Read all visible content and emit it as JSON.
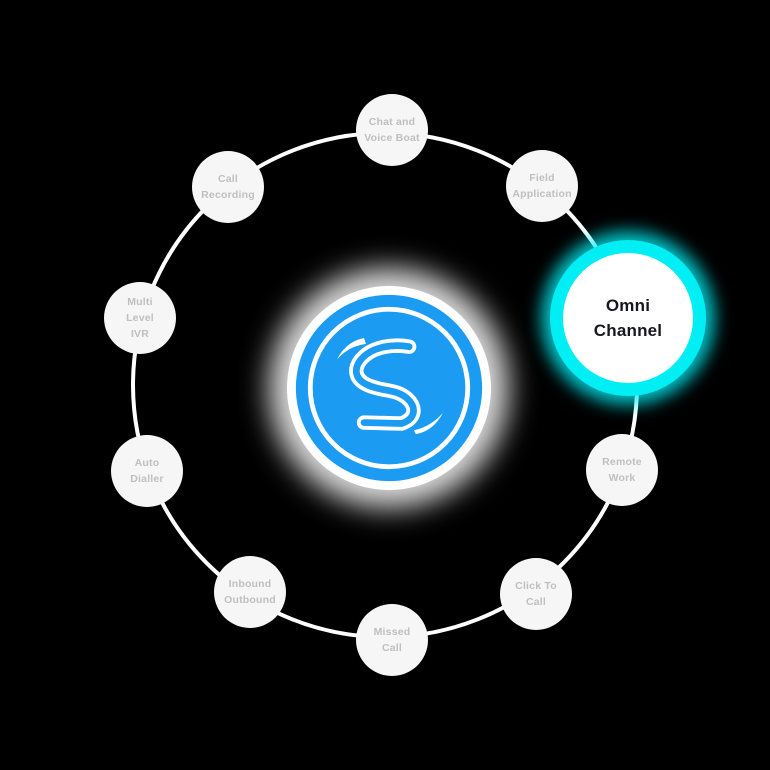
{
  "diagram": {
    "name": "omnichannel-feature-wheel",
    "colors": {
      "page_bg": "#000000",
      "ring": "#ffffff",
      "node_bg": "#f6f6f6",
      "node_text": "#bfbfbf",
      "highlight_bg": "#ffffff",
      "highlight_text": "#17171f",
      "highlight_glow": "#00eef4",
      "brand_blue": "#1b9bf1"
    },
    "center_logo": {
      "icon": "brand-s-icon",
      "description": "blue circle with white stylized S monogram"
    },
    "nodes": [
      {
        "id": "chat-and-voice-boat",
        "label": "Chat and\nVoice Boat",
        "highlighted": false
      },
      {
        "id": "field-application",
        "label": "Field\nApplication",
        "highlighted": false
      },
      {
        "id": "omni-channel",
        "label": "Omni\nChannel",
        "highlighted": true
      },
      {
        "id": "remote-work",
        "label": "Remote\nWork",
        "highlighted": false
      },
      {
        "id": "click-to-call",
        "label": "Click To\nCall",
        "highlighted": false
      },
      {
        "id": "missed-call",
        "label": "Missed\nCall",
        "highlighted": false
      },
      {
        "id": "inbound-outbound",
        "label": "Inbound\nOutbound",
        "highlighted": false
      },
      {
        "id": "auto-dialler",
        "label": "Auto\nDialler",
        "highlighted": false
      },
      {
        "id": "multi-level-ivr",
        "label": "Multi\nLevel\nIVR",
        "highlighted": false
      },
      {
        "id": "call-recording",
        "label": "Call\nRecording",
        "highlighted": false
      }
    ]
  }
}
